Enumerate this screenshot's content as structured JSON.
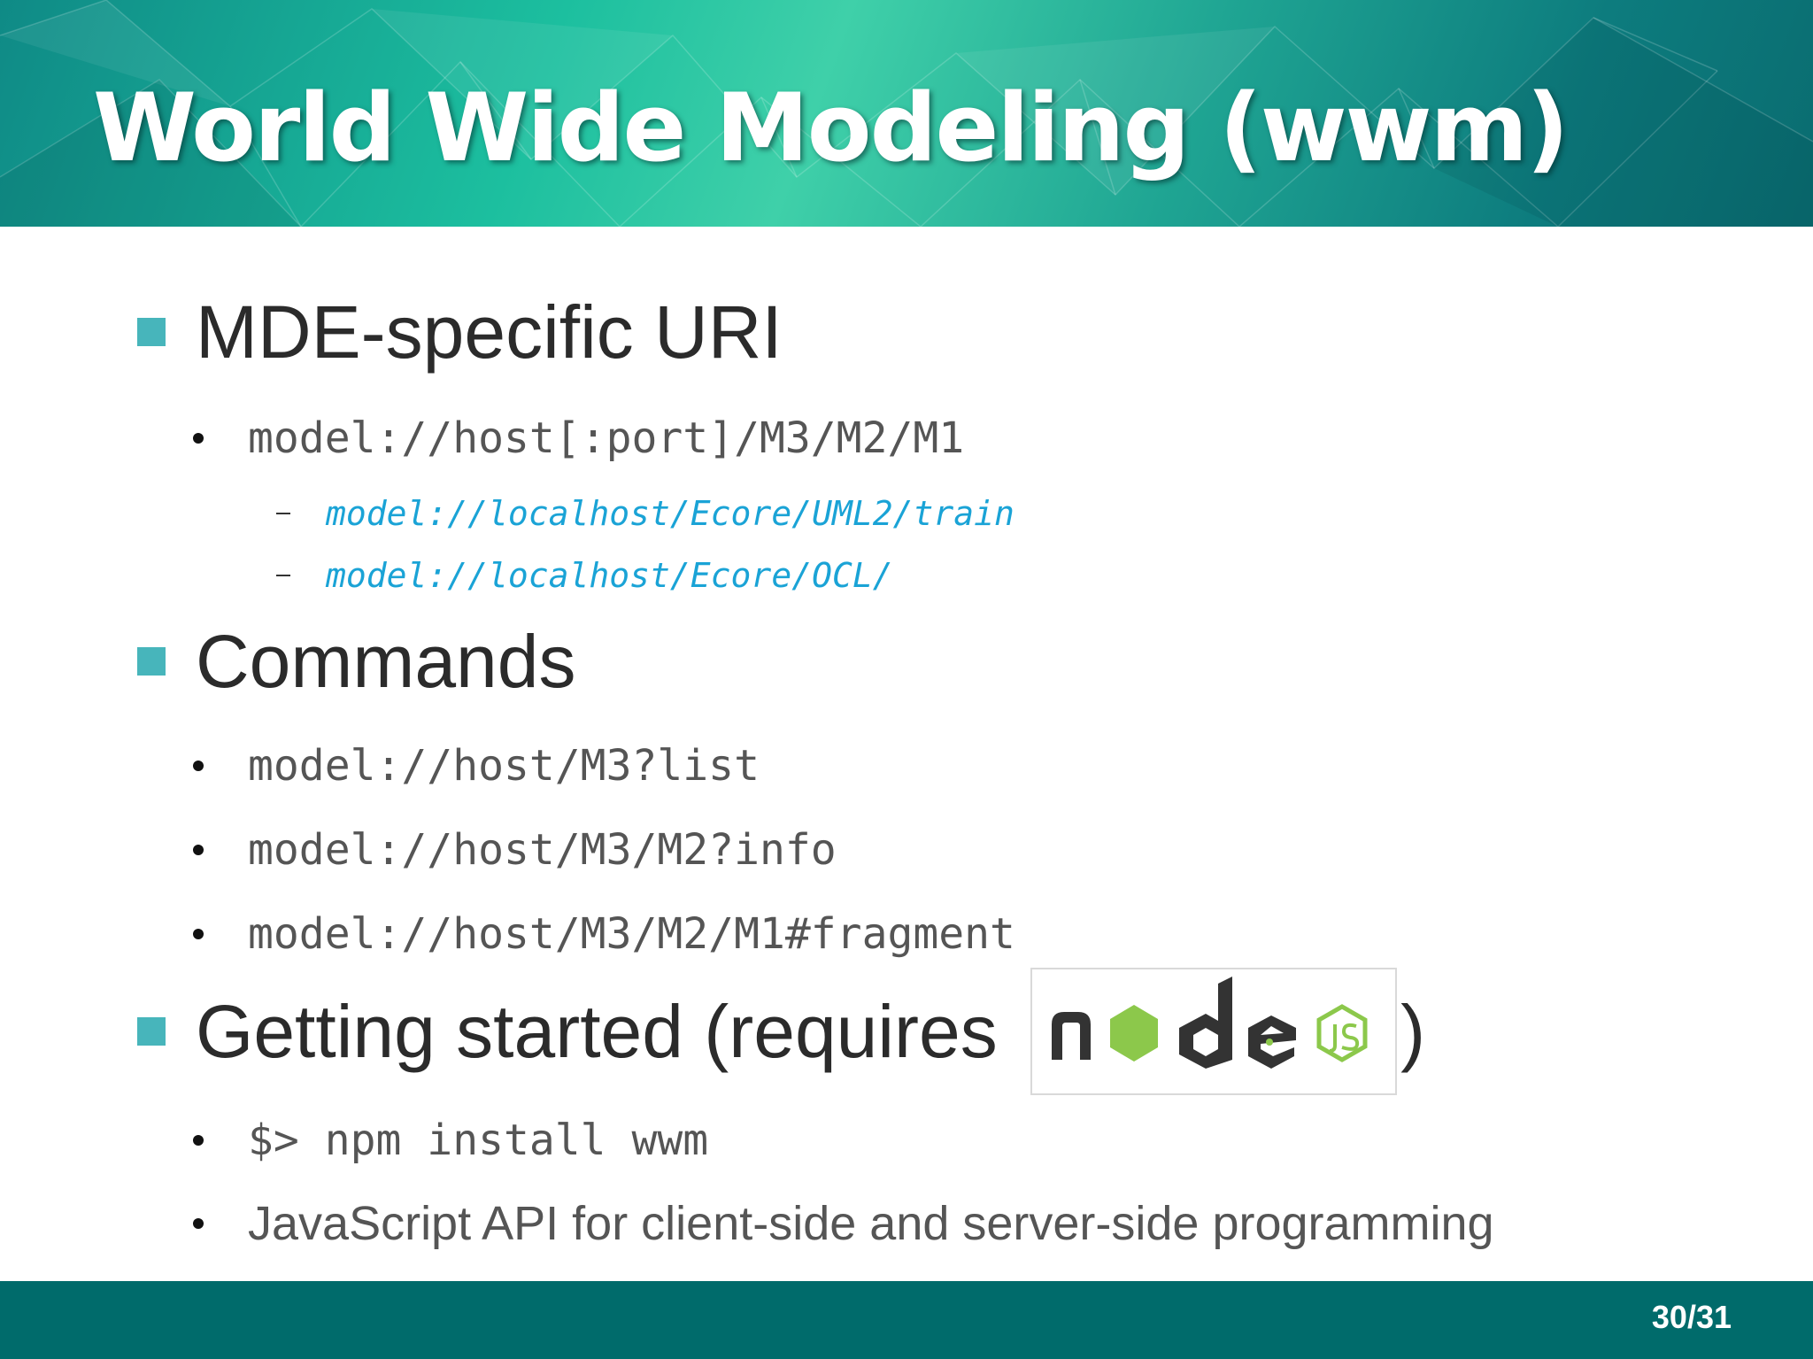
{
  "header": {
    "title": "World Wide Modeling (wwm)"
  },
  "sections": [
    {
      "heading": "MDE-specific URI",
      "bullets": [
        {
          "text": "model://host[:port]/M3/M2/M1",
          "examples": [
            "model://localhost/Ecore/UML2/train",
            "model://localhost/Ecore/OCL/"
          ]
        }
      ]
    },
    {
      "heading": "Commands",
      "bullets": [
        {
          "text": "model://host/M3?list"
        },
        {
          "text": "model://host/M3/M2?info"
        },
        {
          "text": "model://host/M3/M2/M1#fragment"
        }
      ]
    },
    {
      "heading_prefix": "Getting started (requires ",
      "heading_logo": "nodejs-logo",
      "heading_suffix": ")",
      "bullets": [
        {
          "text": "$> npm install wwm"
        },
        {
          "text": "JavaScript API for client-side and server-side programming"
        }
      ]
    }
  ],
  "footer": {
    "page": "30/31"
  },
  "colors": {
    "accent": "#47b5bb",
    "link": "#1aa3d6",
    "footer": "#006b6b",
    "node_green": "#8cc84b",
    "node_dark": "#333333"
  }
}
